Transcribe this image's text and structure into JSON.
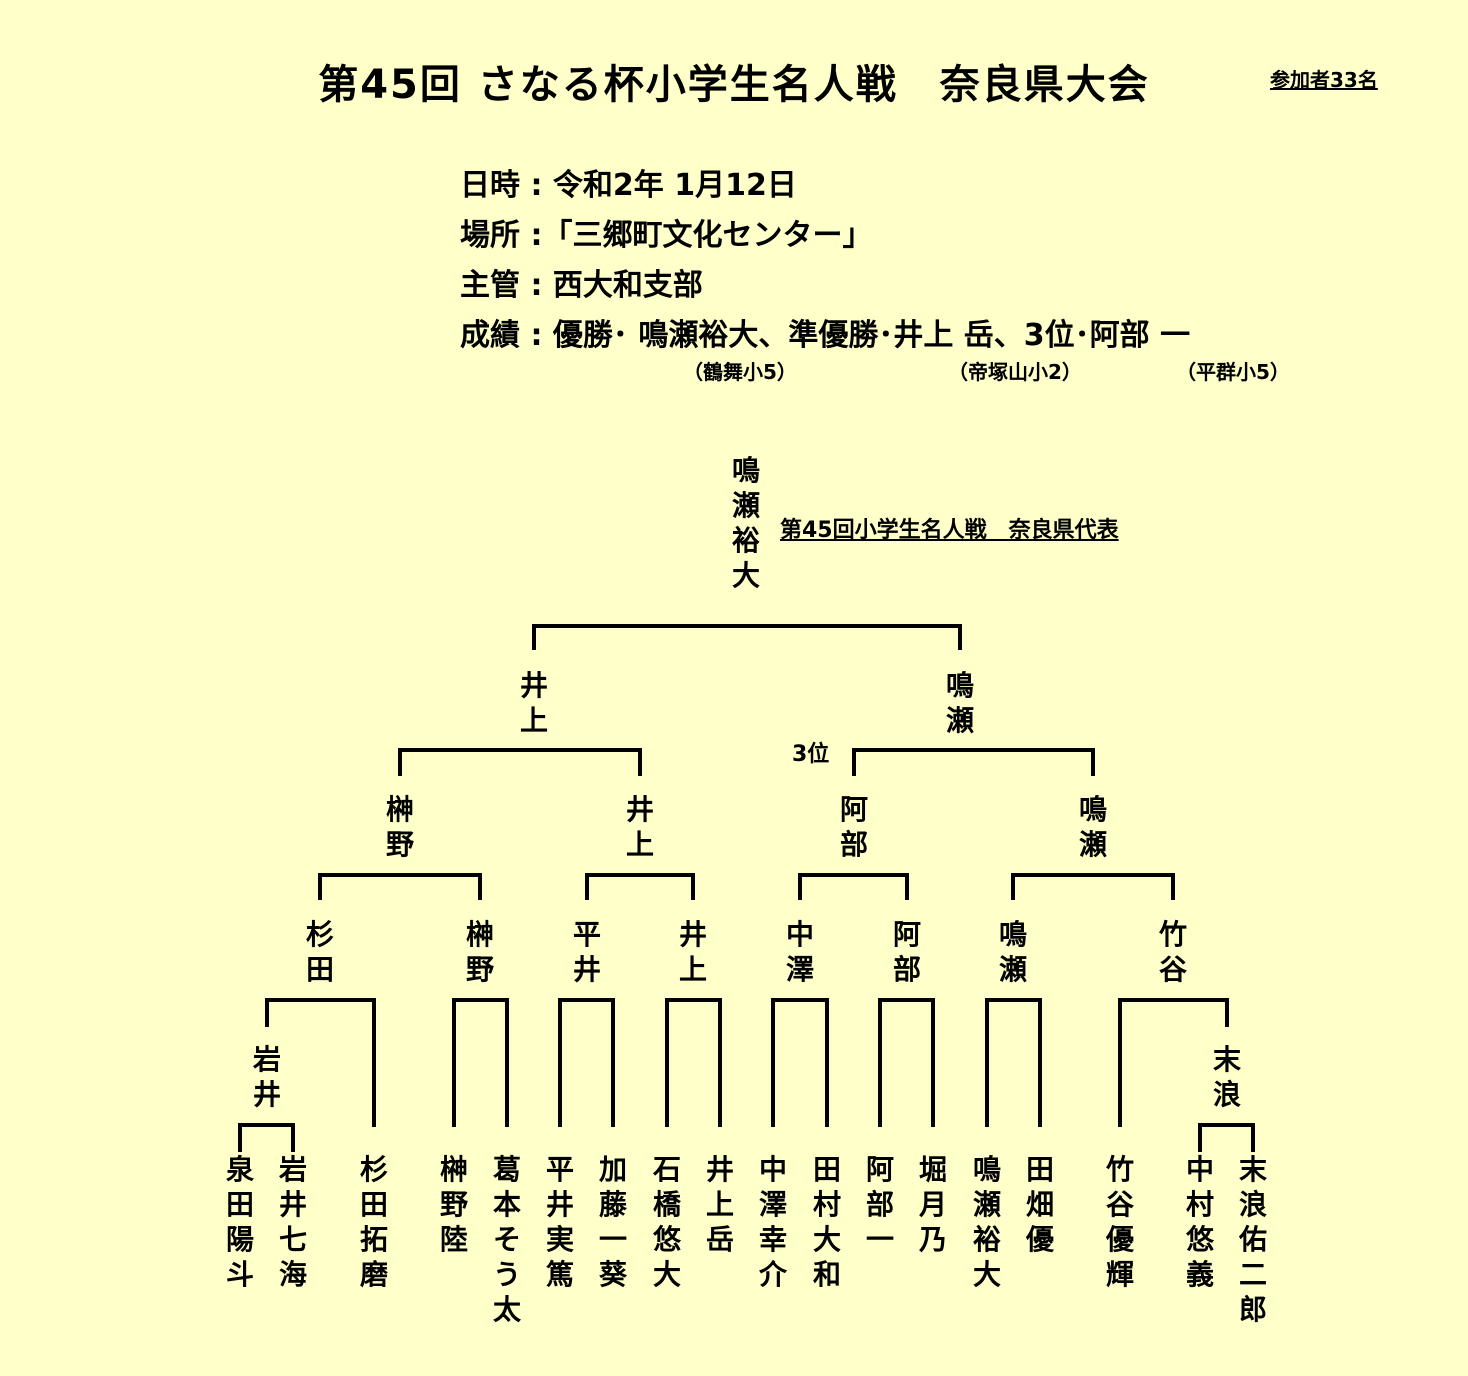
{
  "title": "第45回 さなる杯小学生名人戦　奈良県大会",
  "participants": "参加者33名",
  "info": {
    "date": "日時 : 令和2年 1月12日",
    "place": "場所 :「三郷町文化センター」",
    "host": "主管 : 西大和支部",
    "results": "成績 : 優勝･ 鳴瀬裕大、準優勝･井上 岳、3位･阿部 一"
  },
  "schools": {
    "winner": "（鶴舞小5）",
    "runner_up": "（帝塚山小2）",
    "third": "（平群小5）"
  },
  "champion": "鳴瀬裕大",
  "representative": "第45回小学生名人戦　奈良県代表",
  "third_label": "3位",
  "bracket": {
    "final": [
      "井上",
      "鳴瀬"
    ],
    "semifinal": [
      "榊野",
      "井上",
      "阿部",
      "鳴瀬"
    ],
    "quarterfinal": [
      "杉田",
      "榊野",
      "平井",
      "井上",
      "中澤",
      "阿部",
      "鳴瀬",
      "竹谷"
    ],
    "preliminary": [
      "岩井",
      "末浪"
    ],
    "players": [
      "泉田陽斗",
      "岩井七海",
      "杉田拓磨",
      "榊野　陸",
      "葛本そう太",
      "平井実篤",
      "加藤一葵",
      "石橋悠大",
      "井上　岳",
      "中澤幸介",
      "田村大和",
      "阿部　一",
      "堀　月乃",
      "鳴瀬裕大",
      "田畑　優",
      "竹谷優輝",
      "中村悠義",
      "末浪佑二郎"
    ]
  }
}
